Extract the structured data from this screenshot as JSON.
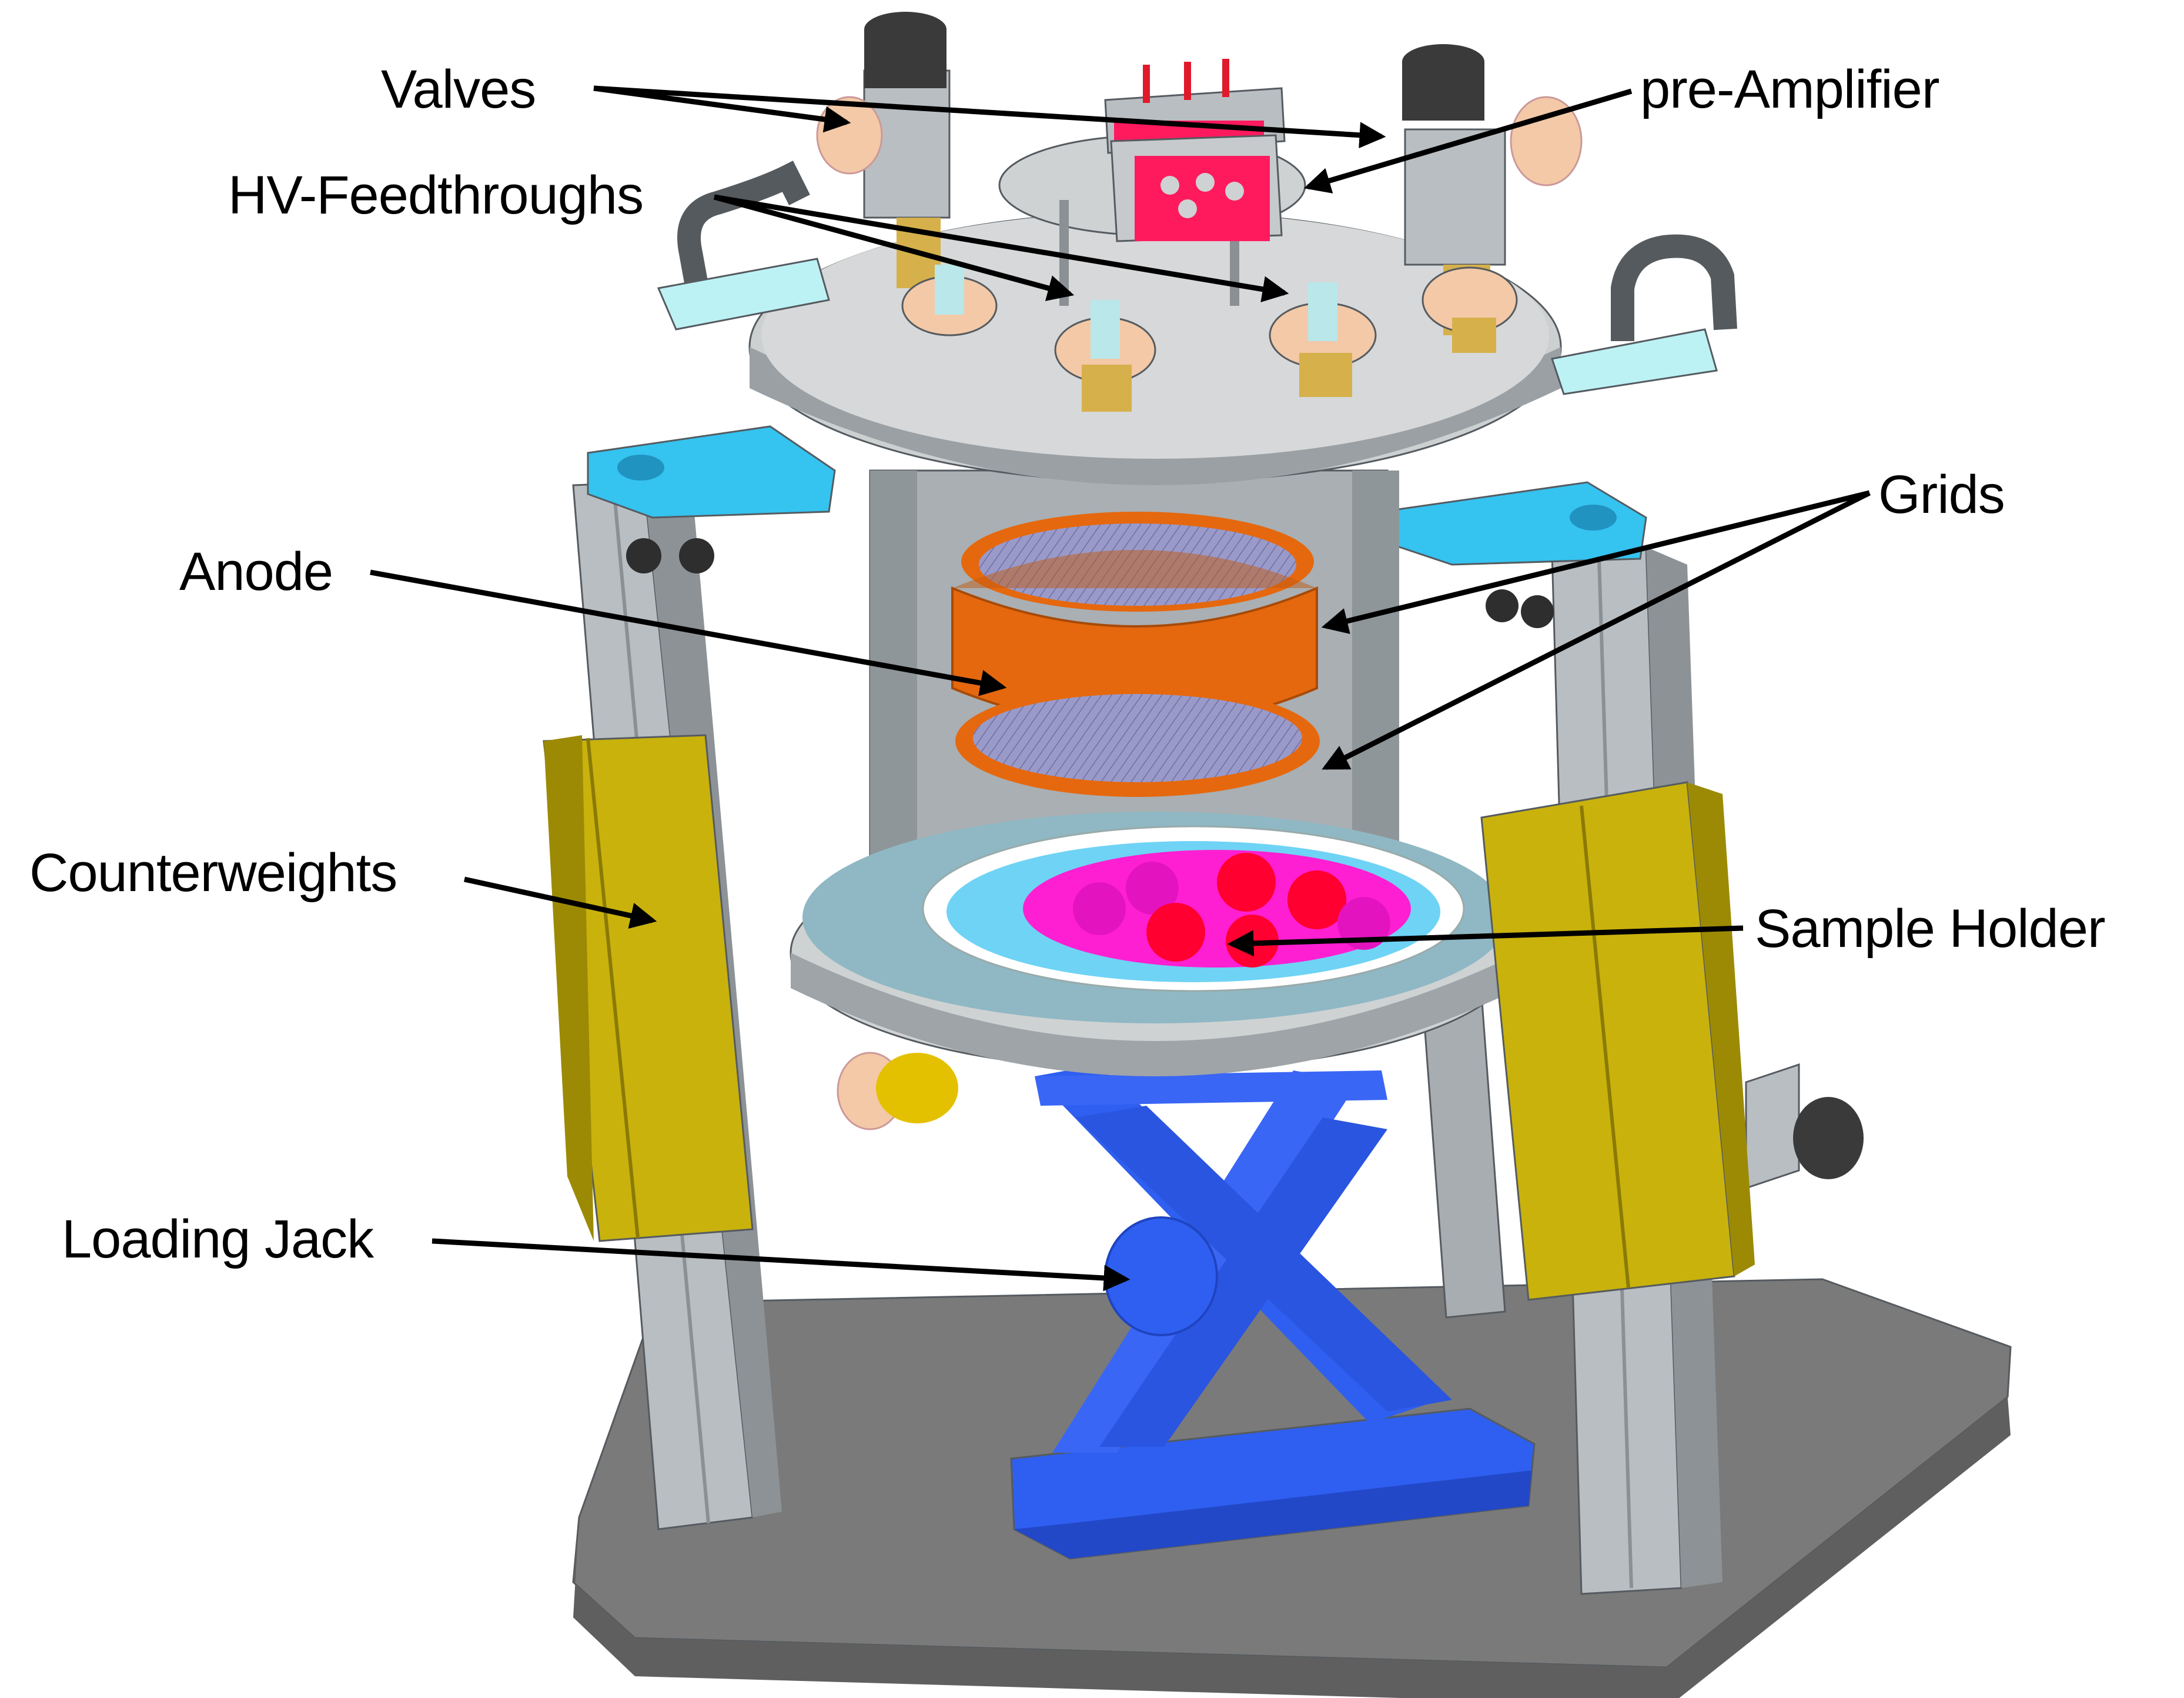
{
  "labels": {
    "valves": "Valves",
    "pre_amplifier": "pre-Amplifier",
    "hv_feedthroughs": "HV-Feedthroughs",
    "grids": "Grids",
    "anode": "Anode",
    "counterweights": "Counterweights",
    "sample_holder": "Sample Holder",
    "loading_jack": "Loading Jack"
  },
  "colors": {
    "baseplate": "#7a7a7a",
    "frame": "#b9bec2",
    "chamber": "#a9afb3",
    "flange": "#cfd2d3",
    "bracket": "#35c3f0",
    "counterweight": "#c9b20c",
    "jack": "#2f5ff0",
    "anode": "#e5680e",
    "grid_mesh": "#8f8fc4",
    "sample_holder": "#ff1fd2",
    "sample_red": "#ff0030",
    "clamp": "#f3c9a7",
    "knob": "#3a3a3a",
    "preamp": "#ff1a5e"
  }
}
